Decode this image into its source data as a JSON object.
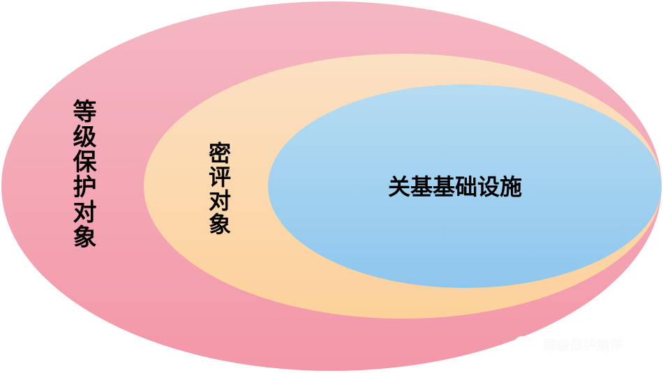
{
  "diagram": {
    "outer_label": "等级保护对象",
    "middle_label": "密评对象",
    "inner_label": "关基基础设施"
  },
  "watermark": {
    "icon": "wechat-icon",
    "text": "等级保护测评"
  },
  "colors": {
    "outer_top": "#f4b7c2",
    "outer_bottom": "#f397a8",
    "middle_top": "#fbe0c3",
    "middle_bottom": "#fcd19a",
    "inner_top": "#b5dcf2",
    "inner_bottom": "#8fc6ed"
  }
}
